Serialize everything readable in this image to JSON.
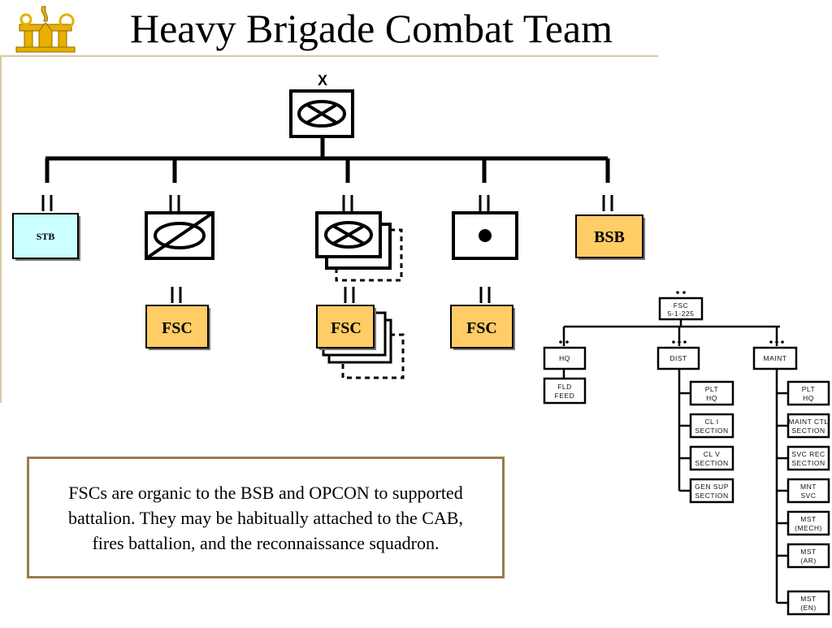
{
  "title": "Heavy Brigade Combat Team",
  "brigade_echelon": "X",
  "units": {
    "stb": "STB",
    "bsb": "BSB",
    "fsc_1": "FSC",
    "fsc_2": "FSC",
    "fsc_3": "FSC"
  },
  "note": "FSCs are organic to the BSB and OPCON to supported battalion.  They may be habitually attached to the CAB, fires battalion, and the reconnaissance squadron.",
  "fsc_chart": {
    "root_line1": "FSC",
    "root_line2": "5-1-225",
    "hq": "HQ",
    "dist": "DIST",
    "maint": "MAINT",
    "hq_children": [
      {
        "l1": "FLD",
        "l2": "FEED"
      }
    ],
    "dist_children": [
      {
        "l1": "PLT",
        "l2": "HQ"
      },
      {
        "l1": "CL I",
        "l2": "SECTION"
      },
      {
        "l1": "CL V",
        "l2": "SECTION"
      },
      {
        "l1": "GEN SUP",
        "l2": "SECTION"
      }
    ],
    "maint_children": [
      {
        "l1": "PLT",
        "l2": "HQ"
      },
      {
        "l1": "MAINT CTL",
        "l2": "SECTION"
      },
      {
        "l1": "SVC REC",
        "l2": "SECTION"
      },
      {
        "l1": "MNT",
        "l2": "SVC"
      },
      {
        "l1": "MST",
        "l2": "(MECH)"
      },
      {
        "l1": "MST",
        "l2": "(AR)"
      },
      {
        "l1": "MST",
        "l2": "(EN)"
      }
    ]
  },
  "colors": {
    "stb_fill": "#ccffff",
    "fsc_fill": "#ffcc66",
    "note_border": "#9b7b4e"
  }
}
